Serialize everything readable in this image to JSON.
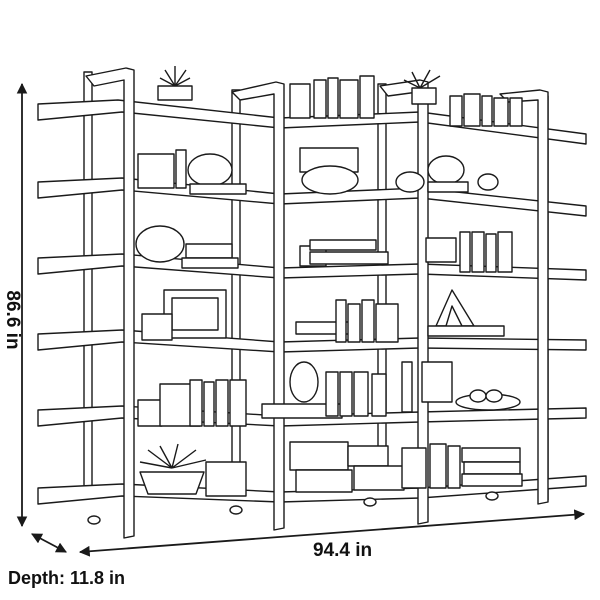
{
  "dimensions": {
    "height": "86.6 in",
    "width": "94.4 in",
    "depth": "Depth: 11.8 in"
  },
  "colors": {
    "line": "#1a1a1a",
    "fill": "#ffffff"
  },
  "product": {
    "shelf_tiers": 6,
    "frame_sections": 3
  }
}
